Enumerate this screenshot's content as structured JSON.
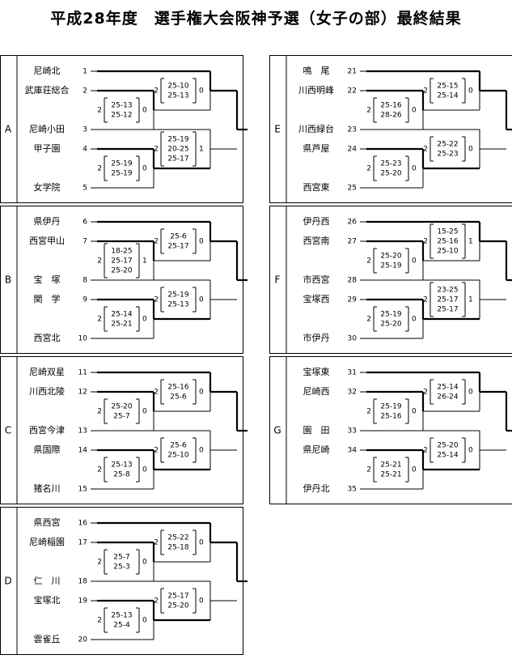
{
  "title": "平成28年度　選手権大会阪神予選（女子の部）最終結果",
  "blocks": [
    {
      "letter": "A",
      "teams": [
        {
          "name": "尼崎北",
          "seed": "1"
        },
        {
          "name": "武庫荘総合",
          "seed": "2"
        },
        {
          "name": "尼崎小田",
          "seed": "3"
        },
        {
          "name": "甲子園",
          "seed": "4"
        },
        {
          "name": "女学院",
          "seed": "5"
        }
      ],
      "r1": {
        "top": "2",
        "bottom": "0",
        "sets": [
          "25-13",
          "25-12"
        ]
      },
      "r2a": {
        "top": "2",
        "bottom": "0",
        "sets": [
          "25-19",
          "25-19"
        ]
      },
      "r3": {
        "top": "2",
        "bottom": "1",
        "sets": [
          "25-19",
          "20-25",
          "25-17"
        ]
      },
      "final": {
        "top": "2",
        "bottom": "0",
        "sets": [
          "25-10",
          "25-13"
        ]
      }
    },
    {
      "letter": "B",
      "teams": [
        {
          "name": "県伊丹",
          "seed": "6"
        },
        {
          "name": "西宮甲山",
          "seed": "7"
        },
        {
          "name": "宝　塚",
          "seed": "8"
        },
        {
          "name": "関　学",
          "seed": "9"
        },
        {
          "name": "西宮北",
          "seed": "10"
        }
      ],
      "r1": {
        "top": "2",
        "bottom": "1",
        "sets": [
          "18-25",
          "25-17",
          "25-20"
        ]
      },
      "r2a": {
        "top": "2",
        "bottom": "0",
        "sets": [
          "25-14",
          "25-21"
        ]
      },
      "r3": {
        "top": "2",
        "bottom": "0",
        "sets": [
          "25-19",
          "25-13"
        ]
      },
      "final": {
        "top": "2",
        "bottom": "0",
        "sets": [
          "25-6",
          "25-17"
        ]
      }
    },
    {
      "letter": "C",
      "teams": [
        {
          "name": "尼崎双星",
          "seed": "11"
        },
        {
          "name": "川西北陵",
          "seed": "12"
        },
        {
          "name": "西宮今津",
          "seed": "13"
        },
        {
          "name": "県国際",
          "seed": "14"
        },
        {
          "name": "猪名川",
          "seed": "15"
        }
      ],
      "r1": {
        "top": "2",
        "bottom": "0",
        "sets": [
          "25-20",
          "25-7"
        ]
      },
      "r2a": {
        "top": "2",
        "bottom": "0",
        "sets": [
          "25-13",
          "25-8"
        ]
      },
      "r3": {
        "top": "2",
        "bottom": "0",
        "sets": [
          "25-6",
          "25-10"
        ]
      },
      "final": {
        "top": "2",
        "bottom": "0",
        "sets": [
          "25-16",
          "25-6"
        ]
      }
    },
    {
      "letter": "D",
      "teams": [
        {
          "name": "県西宮",
          "seed": "16"
        },
        {
          "name": "尼崎稲園",
          "seed": "17"
        },
        {
          "name": "仁　川",
          "seed": "18"
        },
        {
          "name": "宝塚北",
          "seed": "19"
        },
        {
          "name": "雲雀丘",
          "seed": "20"
        }
      ],
      "r1": {
        "top": "2",
        "bottom": "0",
        "sets": [
          "25-7",
          "25-3"
        ]
      },
      "r2a": {
        "top": "2",
        "bottom": "0",
        "sets": [
          "25-13",
          "25-4"
        ]
      },
      "r3": {
        "top": "2",
        "bottom": "0",
        "sets": [
          "25-17",
          "25-20"
        ]
      },
      "final": {
        "top": "2",
        "bottom": "0",
        "sets": [
          "25-22",
          "25-18"
        ]
      }
    },
    {
      "letter": "E",
      "teams": [
        {
          "name": "鳴　尾",
          "seed": "21"
        },
        {
          "name": "川西明峰",
          "seed": "22"
        },
        {
          "name": "川西緑台",
          "seed": "23"
        },
        {
          "name": "県芦屋",
          "seed": "24"
        },
        {
          "name": "西宮東",
          "seed": "25"
        }
      ],
      "r1": {
        "top": "2",
        "bottom": "0",
        "sets": [
          "25-16",
          "28-26"
        ]
      },
      "r2a": {
        "top": "2",
        "bottom": "0",
        "sets": [
          "25-23",
          "25-20"
        ]
      },
      "r3": {
        "top": "2",
        "bottom": "0",
        "sets": [
          "25-22",
          "25-23"
        ]
      },
      "final": {
        "top": "2",
        "bottom": "0",
        "sets": [
          "25-15",
          "25-14"
        ]
      }
    },
    {
      "letter": "F",
      "teams": [
        {
          "name": "伊丹西",
          "seed": "26"
        },
        {
          "name": "西宮南",
          "seed": "27"
        },
        {
          "name": "市西宮",
          "seed": "28"
        },
        {
          "name": "宝塚西",
          "seed": "29"
        },
        {
          "name": "市伊丹",
          "seed": "30"
        }
      ],
      "r1": {
        "top": "2",
        "bottom": "0",
        "sets": [
          "25-20",
          "25-19"
        ]
      },
      "r2a": {
        "top": "2",
        "bottom": "0",
        "sets": [
          "25-19",
          "25-20"
        ]
      },
      "r3": {
        "top": "2",
        "bottom": "1",
        "sets": [
          "23-25",
          "25-17",
          "25-17"
        ]
      },
      "final": {
        "top": "2",
        "bottom": "1",
        "sets": [
          "15-25",
          "25-16",
          "25-10"
        ]
      }
    },
    {
      "letter": "G",
      "teams": [
        {
          "name": "宝塚東",
          "seed": "31"
        },
        {
          "name": "尼崎西",
          "seed": "32"
        },
        {
          "name": "園　田",
          "seed": "33"
        },
        {
          "name": "県尼崎",
          "seed": "34"
        },
        {
          "name": "伊丹北",
          "seed": "35"
        }
      ],
      "r1": {
        "top": "2",
        "bottom": "0",
        "sets": [
          "25-19",
          "25-16"
        ]
      },
      "r2a": {
        "top": "2",
        "bottom": "0",
        "sets": [
          "25-21",
          "25-21"
        ]
      },
      "r3": {
        "top": "2",
        "bottom": "0",
        "sets": [
          "25-20",
          "25-14"
        ]
      },
      "final": {
        "top": "2",
        "bottom": "0",
        "sets": [
          "25-14",
          "26-24"
        ]
      }
    }
  ],
  "colors": {
    "line": "#000000",
    "border": "#000000",
    "flag": "#2e8b2e"
  }
}
